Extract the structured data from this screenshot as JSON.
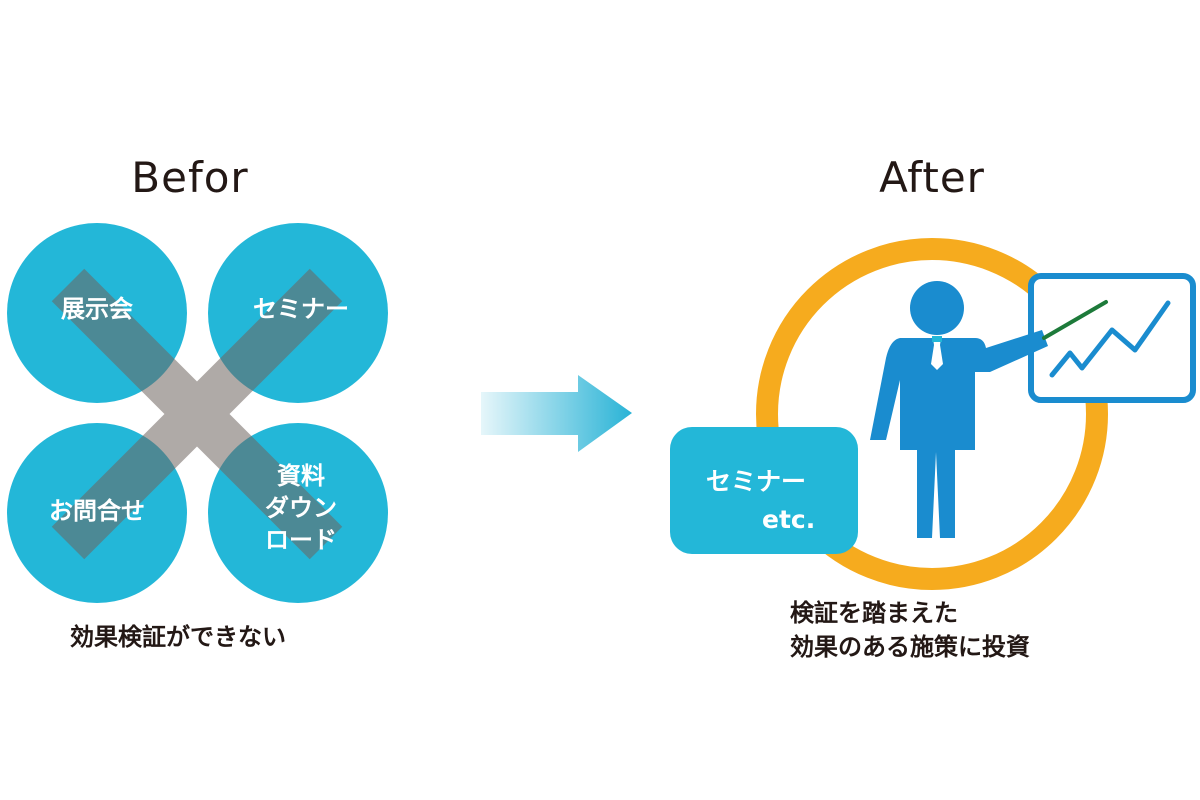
{
  "before": {
    "heading": "Befor",
    "circles": [
      {
        "label": "展示会"
      },
      {
        "label": "セミナー"
      },
      {
        "label": "お問合せ"
      },
      {
        "label": "資料\nダウン\nロード"
      }
    ],
    "caption": "効果検証ができない"
  },
  "after": {
    "heading": "After",
    "box_line1": "セミナー",
    "box_line2": "etc.",
    "caption_line1": "検証を踏まえた",
    "caption_line2": "効果のある施策に投資"
  },
  "colors": {
    "circle": "#23b7d8",
    "cross": "#b2aba7",
    "ring": "#f6ab1e",
    "figure": "#1a8ccf",
    "board": "#1a8ccf",
    "pointer": "#1d7a3a",
    "text": "#231815"
  },
  "icons": [
    "presenter-icon",
    "chart-board-icon",
    "right-arrow-icon",
    "cross-mark-icon"
  ]
}
